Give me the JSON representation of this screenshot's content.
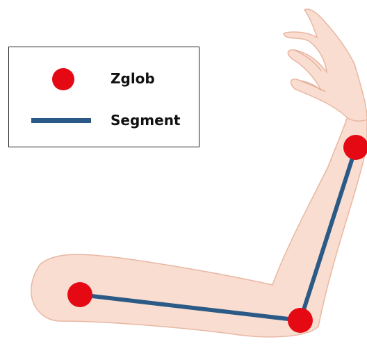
{
  "legend": {
    "items": [
      {
        "label": "Zglob",
        "symbol": "circle"
      },
      {
        "label": "Segment",
        "symbol": "line"
      }
    ]
  },
  "colors": {
    "joint": "#e50914",
    "segment": "#2b5a86",
    "skin": "#f8ddd0",
    "skin_outline": "#e9b7a3"
  }
}
